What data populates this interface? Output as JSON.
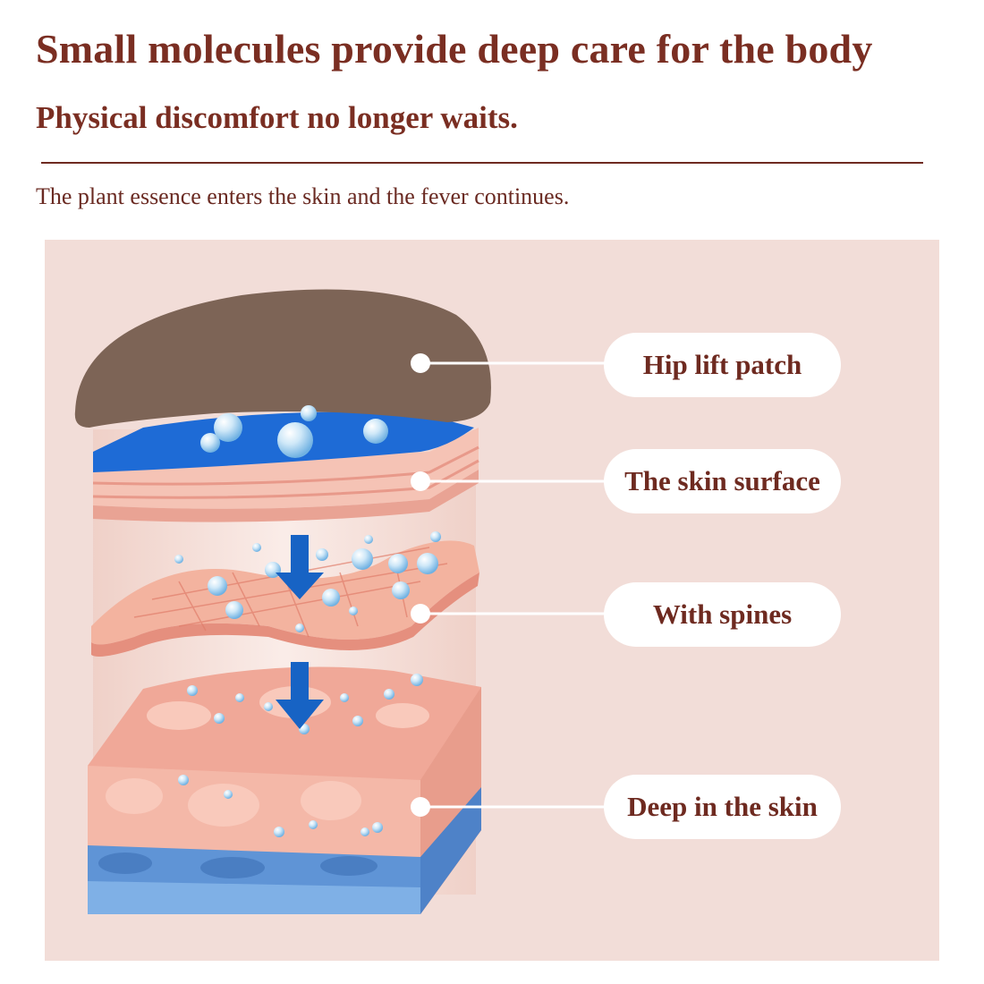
{
  "header": {
    "title": "Small molecules provide deep care for the body",
    "subtitle": "Physical discomfort no longer waits.",
    "description": "The plant essence enters the skin and the fever continues."
  },
  "labels": [
    {
      "text": "Hip lift patch"
    },
    {
      "text": "The skin surface"
    },
    {
      "text": "With spines"
    },
    {
      "text": "Deep in the skin"
    }
  ],
  "colors": {
    "heading": "#7a2e22",
    "panel_background": "#f2ddd8",
    "patch": "#7d6456",
    "gel_blue": "#1e6bd6",
    "arrow_blue": "#1763c4",
    "skin_pink": "#f2b3a3",
    "deep_blue": "#5f94d6"
  }
}
